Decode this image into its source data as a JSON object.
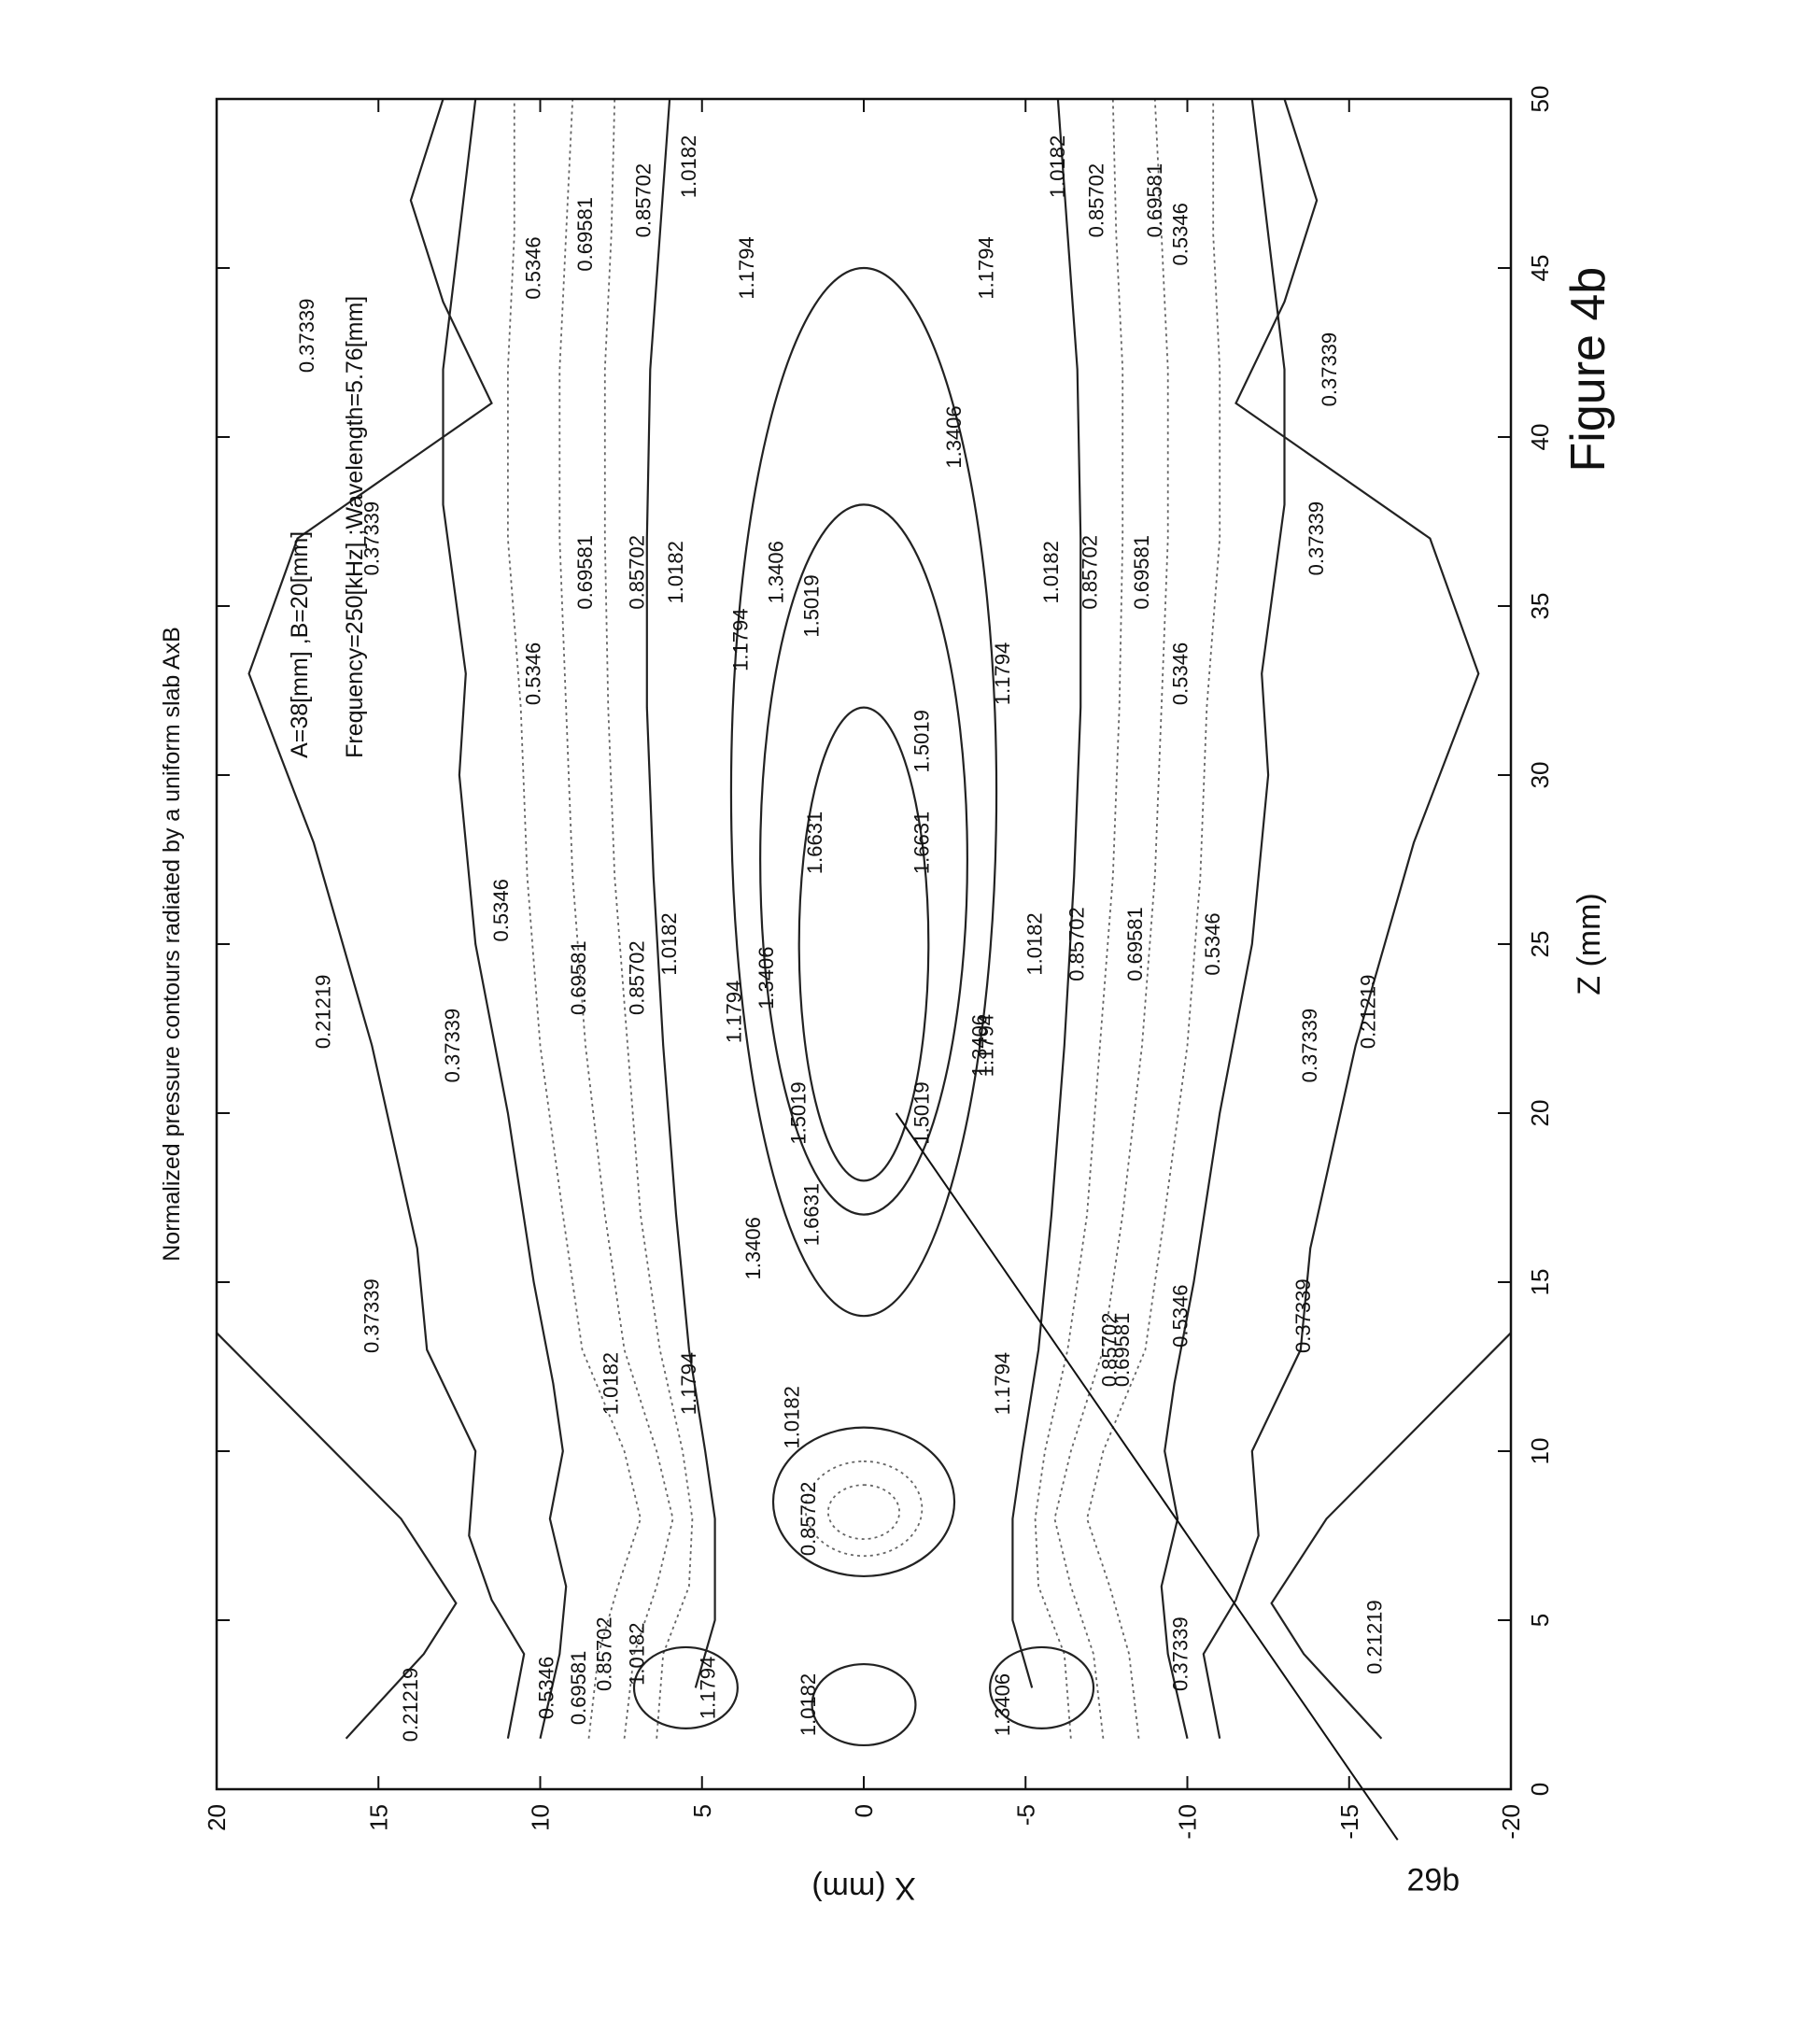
{
  "chart_data": {
    "type": "contour",
    "title": "Normalized pressure contours radiated by a uniform slab AxB",
    "params_line1": "A=38[mm] ,B=20[mm]",
    "params_line2": "Frequency=250[kHz] ;Wavelength=5.76[mm]",
    "xlabel": "Z (mm)",
    "ylabel": "X (mm)",
    "xlim": [
      0,
      50
    ],
    "ylim": [
      -20,
      20
    ],
    "x_ticks": [
      "0",
      "5",
      "10",
      "15",
      "20",
      "25",
      "30",
      "35",
      "40",
      "45",
      "50"
    ],
    "y_ticks": [
      "-20",
      "-15",
      "-10",
      "-5",
      "0",
      "5",
      "10",
      "15",
      "20"
    ],
    "levels": [
      "0.21219",
      "0.37339",
      "0.5346",
      "0.69581",
      "0.85702",
      "1.0182",
      "1.1794",
      "1.3406",
      "1.5019",
      "1.6631"
    ],
    "figure_label": "Figure 4b",
    "annotation": {
      "text": "29b",
      "target": {
        "z": 20,
        "x": -1
      }
    }
  }
}
